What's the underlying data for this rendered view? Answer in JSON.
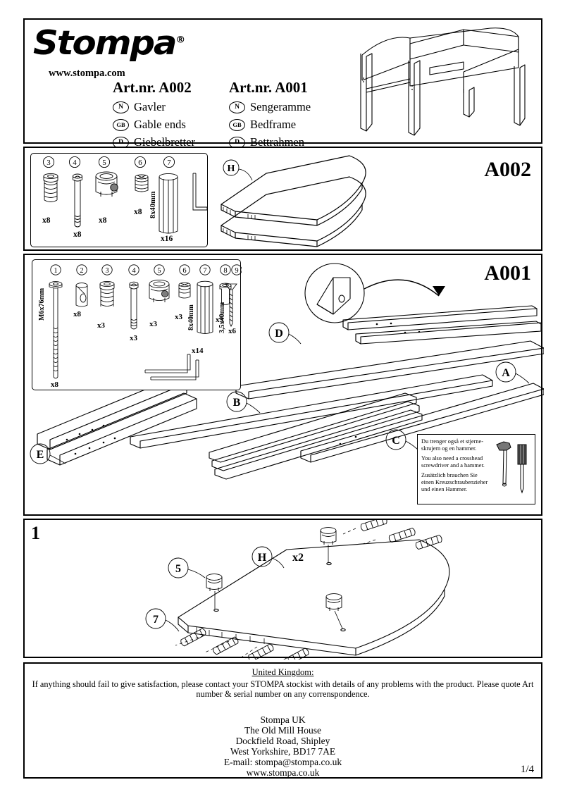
{
  "header": {
    "logo": "Stompa",
    "logo_registered": "®",
    "website": "www.stompa.com",
    "columns": [
      {
        "art_title": "Art.nr. A002",
        "languages": [
          {
            "code": "N",
            "label": "Gavler"
          },
          {
            "code": "GB",
            "label": "Gable ends"
          },
          {
            "code": "D",
            "label": "Giebelbretter"
          }
        ]
      },
      {
        "art_title": "Art.nr. A001",
        "languages": [
          {
            "code": "N",
            "label": "Sengeramme"
          },
          {
            "code": "GB",
            "label": "Bedframe"
          },
          {
            "code": "D",
            "label": "Bettrahmen"
          }
        ]
      }
    ],
    "illustration": "mid-sleeper-bed-frame"
  },
  "a002": {
    "code": "A002",
    "panel_callout": "H",
    "parts": [
      {
        "num": "3",
        "qty": "x8",
        "size": "",
        "icon": "cam-dowel-insert"
      },
      {
        "num": "4",
        "qty": "x8",
        "size": "",
        "icon": "bolt-pin"
      },
      {
        "num": "5",
        "qty": "x8",
        "size": "",
        "icon": "cam-lock"
      },
      {
        "num": "6",
        "qty": "x8",
        "size": "",
        "icon": "threaded-insert"
      },
      {
        "num": "7",
        "qty": "x16",
        "size": "8x40mm",
        "icon": "wooden-dowel"
      }
    ],
    "tool": "allen-key"
  },
  "a001": {
    "code": "A001",
    "parts": [
      {
        "num": "1",
        "qty": "x8",
        "size": "M6x76mm",
        "icon": "long-bolt"
      },
      {
        "num": "2",
        "qty": "x8",
        "size": "",
        "icon": "barrel-nut"
      },
      {
        "num": "3",
        "qty": "x3",
        "size": "",
        "icon": "cam-dowel-insert"
      },
      {
        "num": "4",
        "qty": "x3",
        "size": "",
        "icon": "bolt-pin"
      },
      {
        "num": "5",
        "qty": "x3",
        "size": "",
        "icon": "cam-lock"
      },
      {
        "num": "6",
        "qty": "x3",
        "size": "",
        "icon": "threaded-insert"
      },
      {
        "num": "7",
        "qty": "x14",
        "size": "8x40mm",
        "icon": "wooden-dowel"
      },
      {
        "num": "8",
        "qty": "x3",
        "size": "",
        "icon": "sleeve-cap"
      },
      {
        "num": "9",
        "qty": "x6",
        "size": "3,5x40mm",
        "icon": "wood-screw"
      }
    ],
    "tool": "allen-key",
    "rail_callouts": [
      "A",
      "B",
      "C",
      "D",
      "E"
    ],
    "detail_note": "rail-end-hole-detail"
  },
  "tool_note": {
    "lines": [
      "Du trenger også et stjerne-\nskrujern og en hammer.",
      "You also need a crosshead\nscrewdriver and a hammer.",
      "Zusätzlich brauchen Sie\neinen Kreuzschraubenzieher\nund einen Hammer."
    ],
    "icons": [
      "hammer-icon",
      "screwdriver-icon"
    ]
  },
  "step1": {
    "number": "1",
    "panel_callout": "H",
    "panel_qty": "x2",
    "part_callouts": [
      "5",
      "7"
    ]
  },
  "footer": {
    "country_title": "United Kingdom:",
    "body": "If anything should fail to give satisfaction, please contact your STOMPA stockist with details of any problems with the product. Please quote Art number & serial number on any correnspondence.",
    "address": [
      "Stompa UK",
      "The Old Mill House",
      "Dockfield Road, Shipley",
      "West Yorkshire, BD17 7AE",
      "E-mail: stompa@stompa.co.uk",
      "www.stompa.co.uk"
    ],
    "page_number": "1/4"
  }
}
